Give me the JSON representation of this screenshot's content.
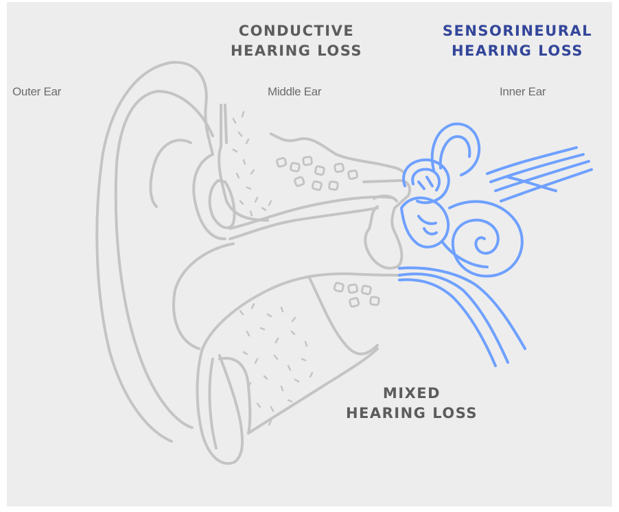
{
  "colors": {
    "background": "#ededed",
    "outline_gray": "#c4c4c4",
    "label_gray": "#5c5c5c",
    "region_text": "#6b6b6b",
    "inner_ear_blue": "#6ea0ff",
    "sensorineural_title": "#33469a"
  },
  "headings": {
    "conductive": {
      "line1": "CONDUCTIVE",
      "line2": "HEARING LOSS"
    },
    "sensorineural": {
      "line1": "SENSORINEURAL",
      "line2": "HEARING LOSS"
    },
    "mixed": {
      "line1": "MIXED",
      "line2": "HEARING LOSS"
    }
  },
  "regions": {
    "outer": "Outer Ear",
    "middle": "Middle Ear",
    "inner": "Inner Ear"
  }
}
